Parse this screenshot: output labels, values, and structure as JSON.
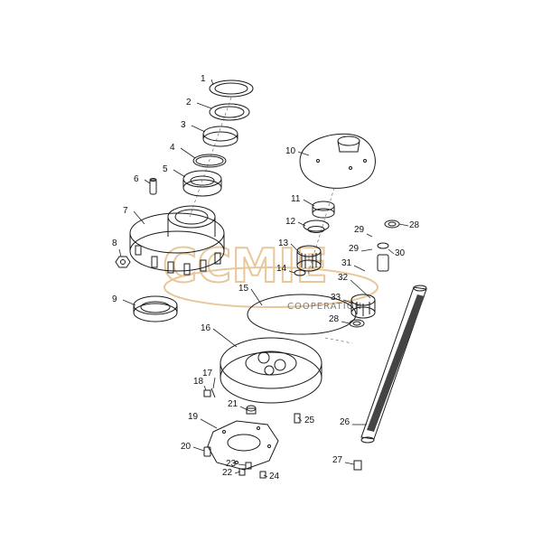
{
  "labels": [
    "1",
    "2",
    "3",
    "4",
    "5",
    "6",
    "7",
    "8",
    "9",
    "10",
    "11",
    "12",
    "13",
    "14",
    "15",
    "16",
    "17",
    "18",
    "19",
    "20",
    "21",
    "22",
    "23",
    "24",
    "25",
    "26",
    "27",
    "28",
    "28",
    "29",
    "29",
    "30",
    "31",
    "32",
    "33"
  ],
  "watermark": {
    "logo_text": "CCMIE",
    "subtext": "COOPERATION",
    "color": "#e8c79a"
  }
}
